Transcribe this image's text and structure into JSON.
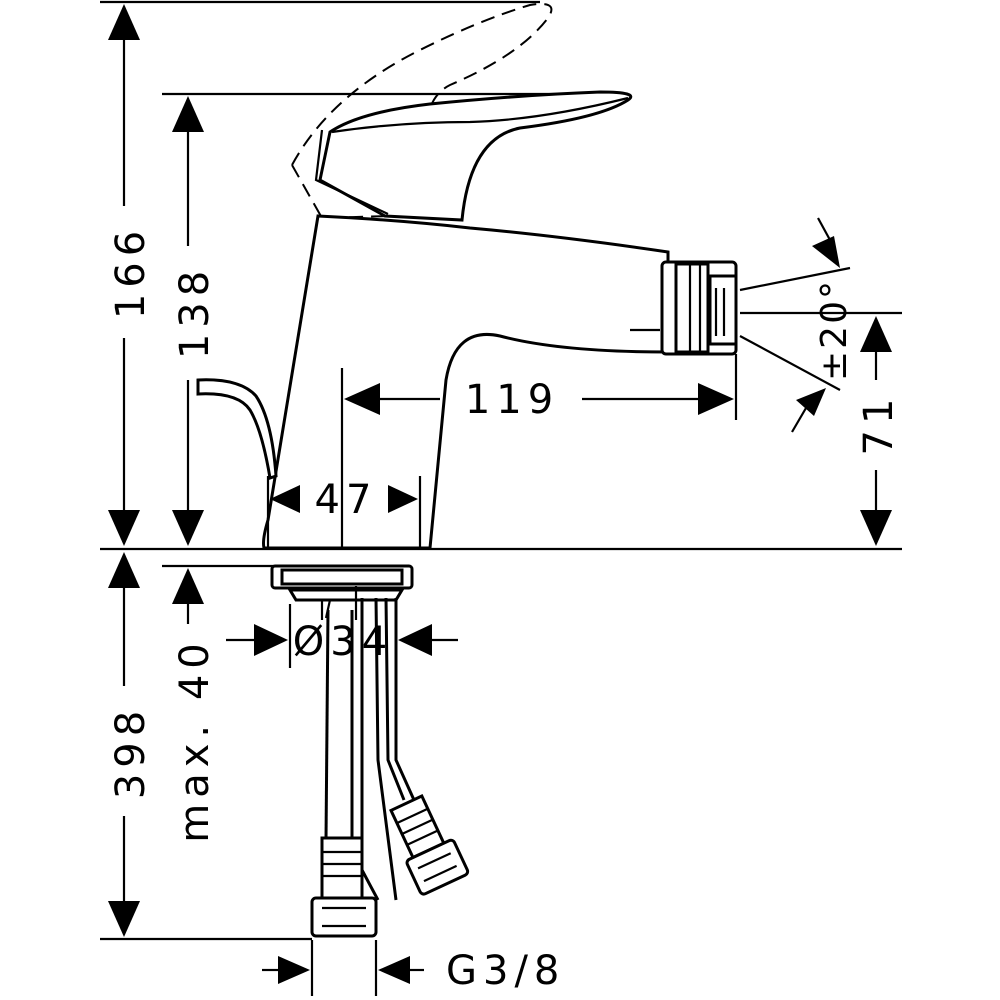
{
  "dimensions": {
    "total_height": "166",
    "spout_height": "138",
    "spout_reach": "119",
    "body_width": "47",
    "aerator_height": "71",
    "swivel_angle": "±20°",
    "hole_diameter": "Ø34",
    "max_countertop": "max. 40",
    "hose_length": "398",
    "connection_thread": "G3/8"
  },
  "icons": {
    "faucet": "bidet-mixer-drawing"
  }
}
